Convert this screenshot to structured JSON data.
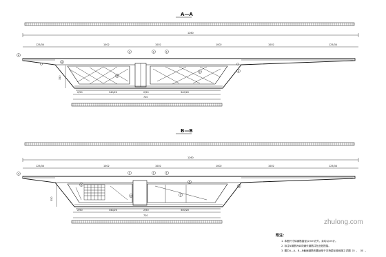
{
  "sections": [
    {
      "id": "A",
      "title": "A—A",
      "total_width_label": "1260",
      "dim_labels": [
        "125/34",
        "1002",
        "1002",
        "1002",
        "1002",
        "125/34"
      ],
      "bottom_labels": [
        "2/50",
        "340/20",
        "2/50",
        "340/20"
      ],
      "bottom_total_label": "720",
      "height_label": "350",
      "callouts": [
        "4",
        "4",
        "1",
        "1",
        "1",
        "3",
        "2",
        "4"
      ]
    },
    {
      "id": "B",
      "title": "B—B",
      "total_width_label": "1260",
      "dim_labels": [
        "125/34",
        "1002",
        "1002",
        "1002",
        "1002",
        "125/34"
      ],
      "bottom_labels": [
        "2/50",
        "340/20",
        "2/50",
        "340/20"
      ],
      "bottom_total_label": "720",
      "height_label": "350",
      "callouts": [
        "4",
        "1",
        "6",
        "1",
        "1",
        "5",
        "3",
        "2",
        "4"
      ]
    }
  ],
  "notes": {
    "heading": "附注:",
    "items": [
      "1. 本图尺寸除钢筋直径以mm计外，余均以cm计。",
      "2. 标注N钢筋为纵向通长钢筋并在此处搭接。",
      "3. 图中A—A、B—B截面钢筋布置适用于本桥梁标准段施工详图（Ⅰ）、（Ⅱ）。"
    ]
  },
  "watermark": "zhulong.com",
  "colors": {
    "line": "#111111",
    "background": "#ffffff",
    "watermark": "#9a9a9a"
  }
}
